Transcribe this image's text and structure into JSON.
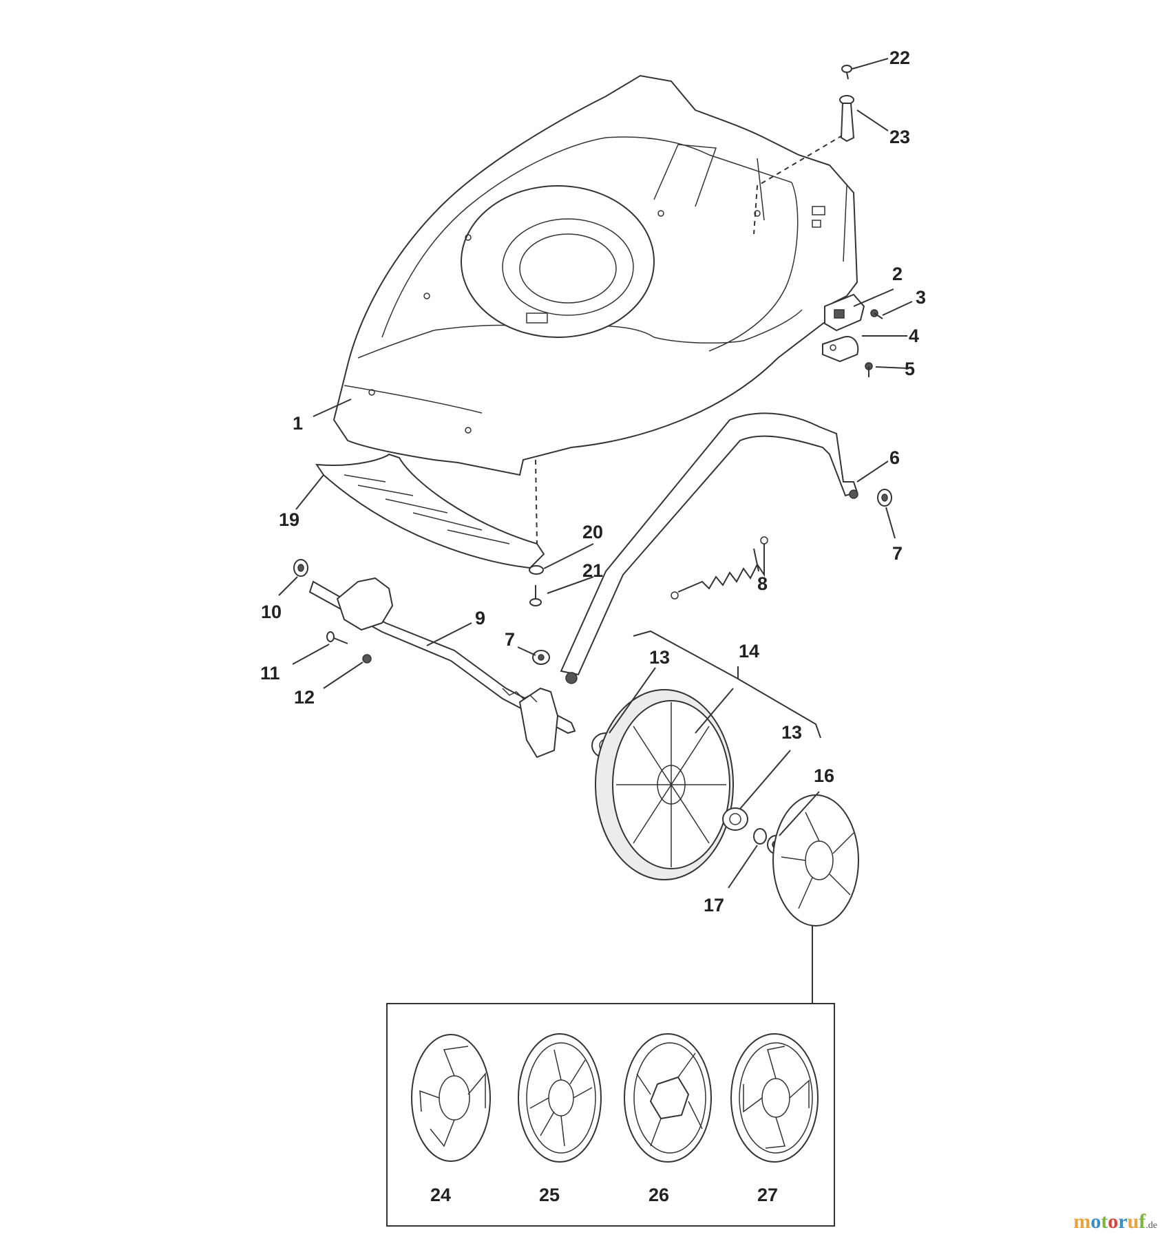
{
  "callouts": {
    "c1": "1",
    "c2": "2",
    "c3": "3",
    "c4": "4",
    "c5": "5",
    "c6": "6",
    "c7a": "7",
    "c7b": "7",
    "c8": "8",
    "c9": "9",
    "c10": "10",
    "c11": "11",
    "c12": "12",
    "c13a": "13",
    "c13b": "13",
    "c14": "14",
    "c16": "16",
    "c17": "17",
    "c19": "19",
    "c20": "20",
    "c21": "21",
    "c22": "22",
    "c23": "23",
    "c24": "24",
    "c25": "25",
    "c26": "26",
    "c27": "27"
  },
  "watermark": {
    "parts": [
      {
        "text": "m",
        "color": "#e8a33d"
      },
      {
        "text": "o",
        "color": "#3a8fc8"
      },
      {
        "text": "t",
        "color": "#7ab63f"
      },
      {
        "text": "o",
        "color": "#d9433a"
      },
      {
        "text": "r",
        "color": "#3a8fc8"
      },
      {
        "text": "u",
        "color": "#e8a33d"
      },
      {
        "text": "f",
        "color": "#7ab63f"
      }
    ],
    "suffix": ".de"
  }
}
